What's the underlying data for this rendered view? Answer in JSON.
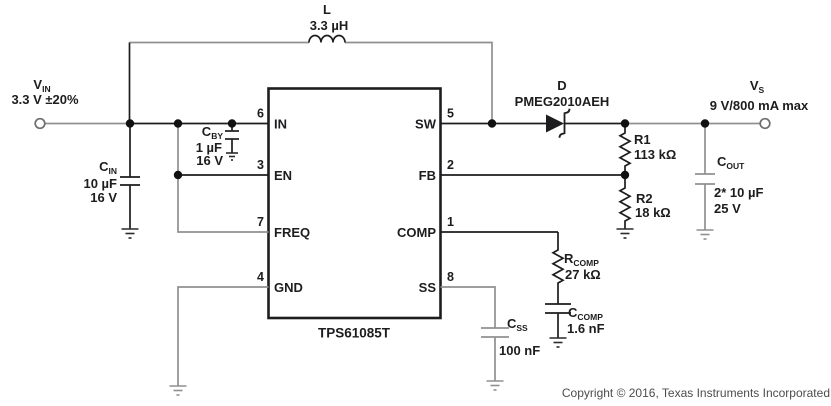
{
  "colors": {
    "background": "#ffffff",
    "wire_gray": "#909090",
    "component_black": "#1d1d1f",
    "text": "#1d1d1f",
    "copyright_gray": "#4c4d4f"
  },
  "terminals": {
    "vin": {
      "name_main": "V",
      "name_sub": "IN",
      "spec": "3.3 V ±20%"
    },
    "vs": {
      "name_main": "V",
      "name_sub": "S",
      "spec": "9 V/800 mA max"
    }
  },
  "inductor": {
    "name": "L",
    "value": "3.3 µH"
  },
  "diode": {
    "name": "D",
    "part": "PMEG2010AEH"
  },
  "resistors": {
    "r1": {
      "name": "R1",
      "value": "113 kΩ"
    },
    "r2": {
      "name": "R2",
      "value": "18 kΩ"
    },
    "rcomp": {
      "name_main": "R",
      "name_sub": "COMP",
      "value": "27 kΩ"
    }
  },
  "capacitors": {
    "cin": {
      "name_main": "C",
      "name_sub": "IN",
      "value": "10 µF",
      "rating": "16 V"
    },
    "cby": {
      "name_main": "C",
      "name_sub": "BY",
      "value": "1 µF",
      "rating": "16 V"
    },
    "cout": {
      "name_main": "C",
      "name_sub": "OUT",
      "value": "2* 10 µF",
      "rating": "25 V"
    },
    "ccomp": {
      "name_main": "C",
      "name_sub": "COMP",
      "value": "1.6 nF"
    },
    "css": {
      "name_main": "C",
      "name_sub": "SS",
      "value": "100 nF"
    }
  },
  "ic": {
    "part": "TPS61085T",
    "pins": {
      "in": {
        "num": "6",
        "name": "IN"
      },
      "en": {
        "num": "3",
        "name": "EN"
      },
      "freq": {
        "num": "7",
        "name": "FREQ"
      },
      "gnd": {
        "num": "4",
        "name": "GND"
      },
      "sw": {
        "num": "5",
        "name": "SW"
      },
      "fb": {
        "num": "2",
        "name": "FB"
      },
      "comp": {
        "num": "1",
        "name": "COMP"
      },
      "ss": {
        "num": "8",
        "name": "SS"
      }
    }
  },
  "footer": {
    "copyright": "Copyright © 2016, Texas Instruments Incorporated"
  }
}
